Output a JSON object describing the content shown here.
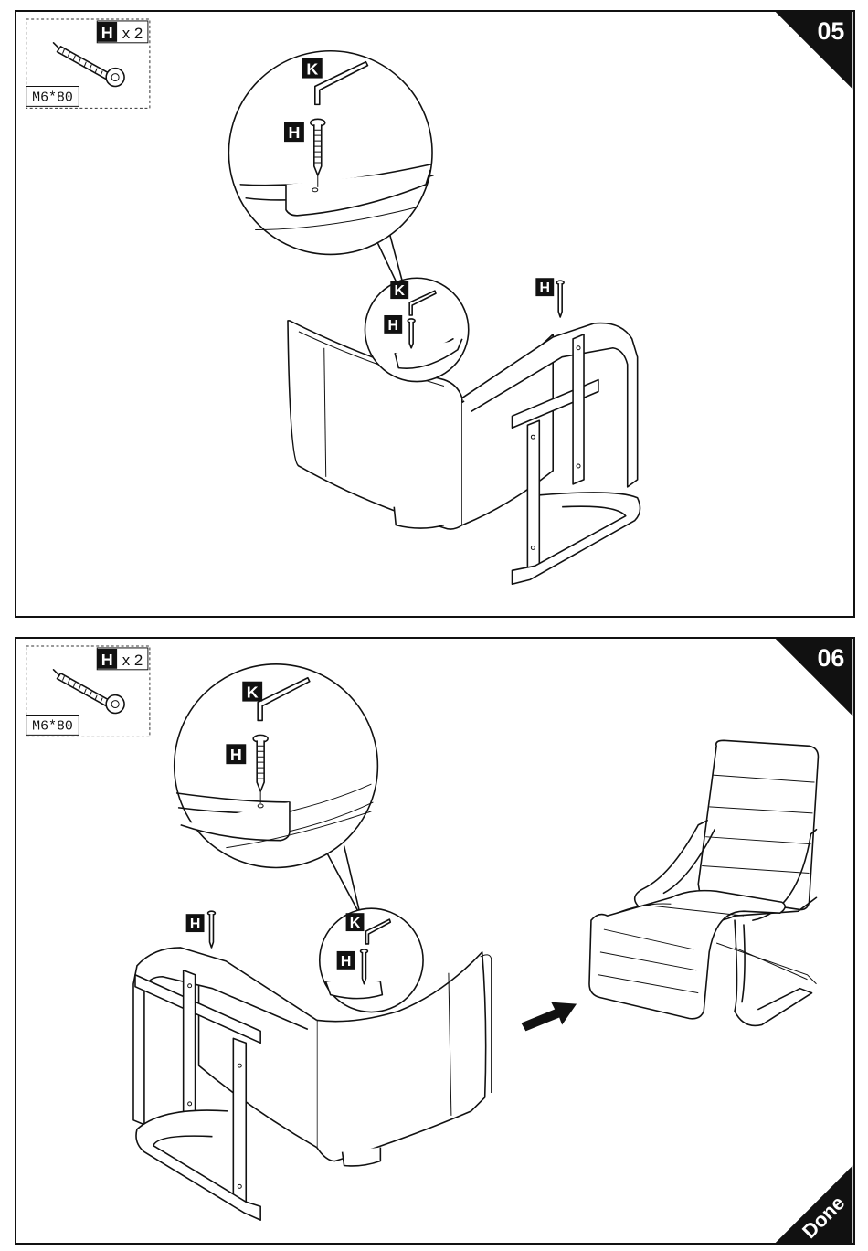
{
  "steps": [
    {
      "number": "05",
      "hardware": {
        "part": "H",
        "quantity": "x 2",
        "size": "M6*80"
      },
      "detail_labels": {
        "tool": "K",
        "bolt": "H"
      },
      "callout_labels": {
        "tool": "K",
        "bolt": "H"
      },
      "frame_bolt_label": "H"
    },
    {
      "number": "06",
      "hardware": {
        "part": "H",
        "quantity": "x 2",
        "size": "M6*80"
      },
      "detail_labels": {
        "tool": "K",
        "bolt": "H"
      },
      "callout_labels": {
        "tool": "K",
        "bolt": "H"
      },
      "frame_bolt_label": "H",
      "corner_label": "Done"
    }
  ]
}
